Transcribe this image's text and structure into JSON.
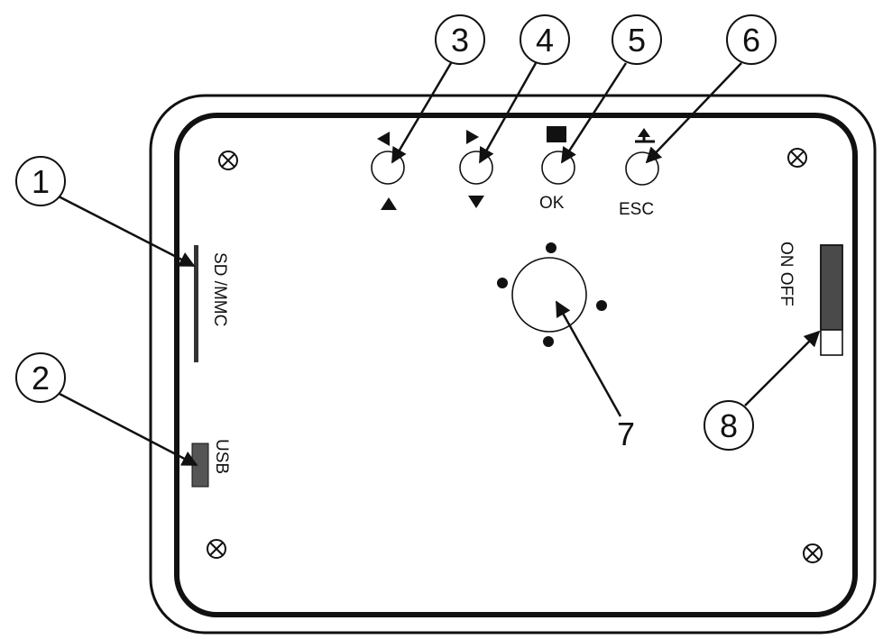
{
  "callouts": {
    "c1": "1",
    "c2": "2",
    "c3": "3",
    "c4": "4",
    "c5": "5",
    "c6": "6",
    "c7": "7",
    "c8": "8"
  },
  "labels": {
    "sd_mmc": "SD /MMC",
    "usb": "USB",
    "ok": "OK",
    "esc": "ESC",
    "on_off": "ON OFF"
  },
  "icons": {
    "button_3_top": "left-arrow-icon",
    "button_3_bottom": "up-arrow-icon",
    "button_4_top": "right-arrow-icon",
    "button_4_bottom": "down-arrow-icon",
    "button_5_top": "stop-square-icon",
    "button_6_top": "return-icon",
    "screw": "screw-icon"
  },
  "colors": {
    "line": "#111111",
    "slot_fill": "#555555",
    "switch_fill": "#4a4a4a"
  }
}
